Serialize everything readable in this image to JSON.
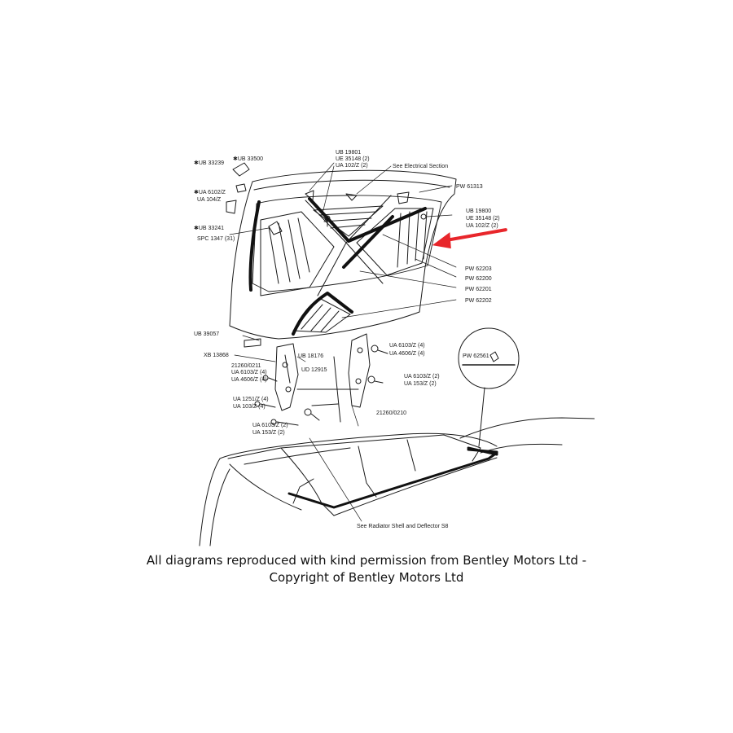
{
  "labels": {
    "ub33239": "✱UB 33239",
    "ub33500": "✱UB 33500",
    "ua6102z": "✱UA 6102/Z",
    "ua104z": "UA 104/Z",
    "ub33241": "✱UB 33241",
    "spc1347": "SPC 1347 (31)",
    "ub19801": "UB 19801",
    "ue35148_a": "UE 35148 (2)",
    "ua102z_a": "UA 102/Z (2)",
    "see_electrical": "See Electrical Section",
    "pw61313": "PW 61313",
    "ub19800": "UB 19800",
    "ue35148_b": "UE 35148 (2)",
    "ua102z_b": "UA 102/Z (2)",
    "pw62203": "PW 62203",
    "pw62200": "PW 62200",
    "pw62201": "PW 62201",
    "pw62202": "PW 62202",
    "ub39057": "UB 39057",
    "xb13868": "XB 13868",
    "p21260_0211": "21260/0211",
    "ua6103z_a": "UA 6103/Z (4)",
    "ua4606z_a": "UA 4606/Z (4)",
    "ub18176": "UB 18176",
    "ud12915": "UD 12915",
    "ua6103z_b": "UA 6103/Z (4)",
    "ua4606z_b": "UA 4606/Z (4)",
    "ua6103z_c": "UA 6103/Z (2)",
    "ua153z_a": "UA 153/Z (2)",
    "ua1251z": "UA 1251/Z (4)",
    "ua103z": "UA 103/Z (4)",
    "p21260_0210": "21260/0210",
    "ua6103z_d": "UA 6103/Z (2)",
    "ua153z_b": "UA 153/Z (2)",
    "pw62561": "PW 62561",
    "see_radiator": "See Radiator Shell and Deflector S8"
  },
  "caption": {
    "line1": "All diagrams reproduced with kind permission from Bentley Motors Ltd -",
    "line2": "Copyright of Bentley Motors Ltd"
  },
  "colors": {
    "arrow": "#e8262b",
    "ink": "#1a1a1a",
    "seal": "#111111"
  }
}
